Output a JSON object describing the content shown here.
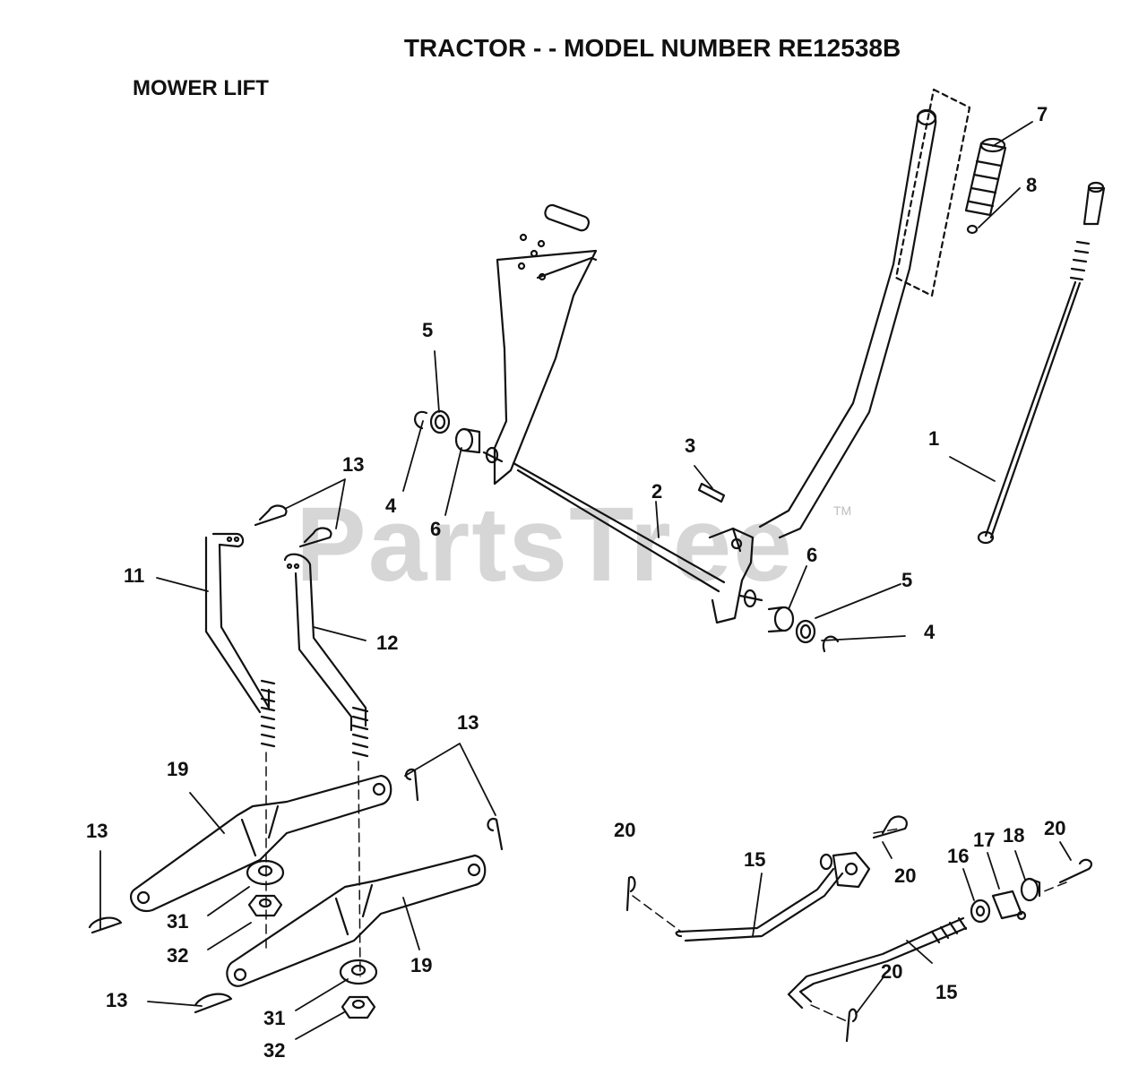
{
  "header": {
    "title": "TRACTOR - - MODEL NUMBER RE12538B",
    "section": "MOWER LIFT"
  },
  "watermark": {
    "text": "PartsTree",
    "mark": "TM"
  },
  "callouts": {
    "c1": "1",
    "c2": "2",
    "c3": "3",
    "c4a": "4",
    "c4b": "4",
    "c5a": "5",
    "c5b": "5",
    "c6a": "6",
    "c6b": "6",
    "c7": "7",
    "c8": "8",
    "c11": "11",
    "c12": "12",
    "c13a": "13",
    "c13b": "13",
    "c13c": "13",
    "c13d": "13",
    "c15a": "15",
    "c15b": "15",
    "c16": "16",
    "c17": "17",
    "c18": "18",
    "c19a": "19",
    "c19b": "19",
    "c20a": "20",
    "c20b": "20",
    "c20c": "20",
    "c20d": "20",
    "c31a": "31",
    "c31b": "31",
    "c32a": "32",
    "c32b": "32"
  },
  "colors": {
    "line": "#111111",
    "watermark": "#c9c9c9"
  }
}
